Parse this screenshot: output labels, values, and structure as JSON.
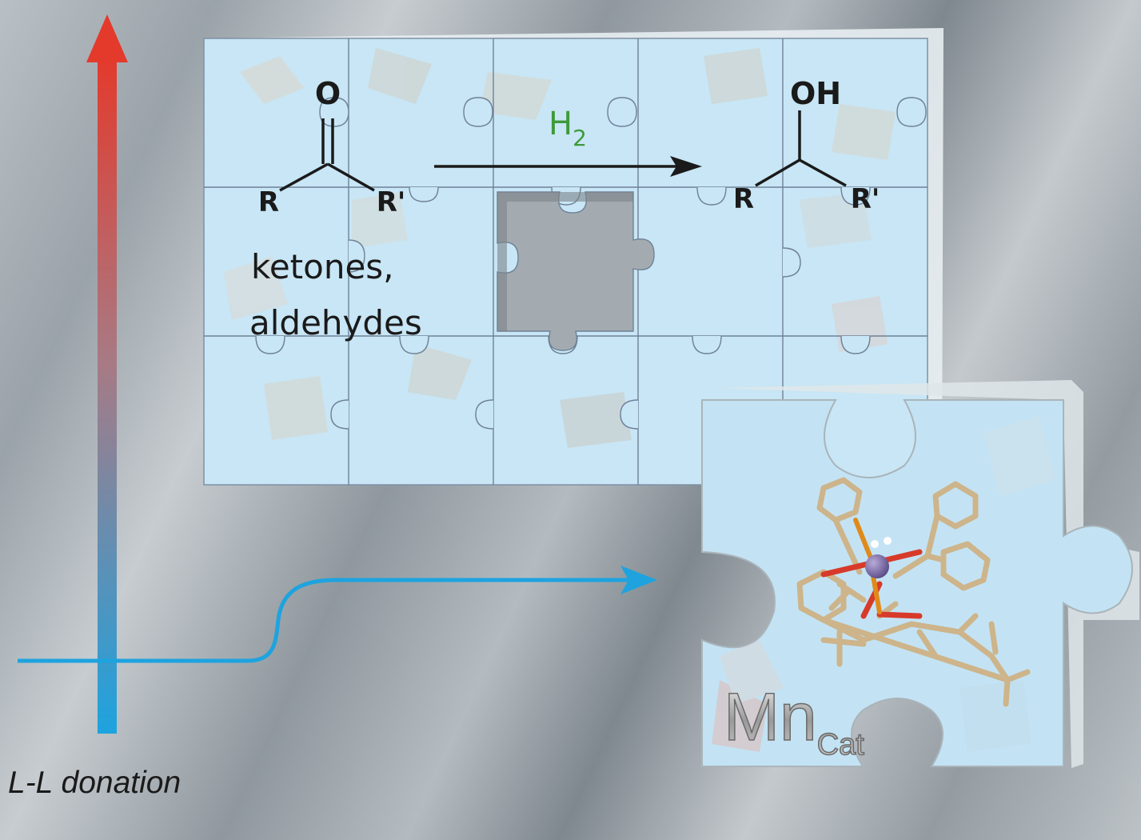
{
  "reaction": {
    "reactant_o": "O",
    "reactant_r": "R",
    "reactant_r_prime": "R'",
    "reagent_main": "H",
    "reagent_sub": "2",
    "product_oh": "OH",
    "product_r": "R",
    "product_r_prime": "R'"
  },
  "substrate_label": {
    "line1": "ketones,",
    "line2": "aldehydes"
  },
  "catalyst_label": {
    "main": "Mn",
    "sub": "Cat"
  },
  "axis_label": "L-L donation",
  "colors": {
    "axis_top": "#e33a2c",
    "axis_bottom": "#1ea3df",
    "curve": "#1ea3df",
    "reagent_green": "#3e9a3a",
    "puzzle_blue": "#c8e6f5",
    "manganese": "#7b68a8",
    "oxygen": "#d83a2a",
    "phosphorus": "#e08a1a",
    "carbon_tan": "#cdb48a"
  }
}
